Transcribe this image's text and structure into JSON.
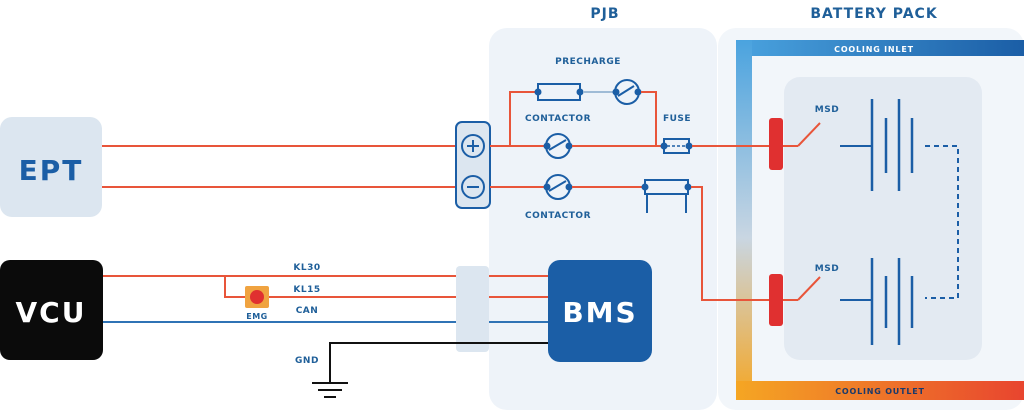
{
  "sections": {
    "pjb": "PJB",
    "battery_pack": "BATTERY PACK"
  },
  "blocks": {
    "ept": "EPT",
    "vcu": "VCU",
    "bms": "BMS"
  },
  "components": {
    "precharge": "PRECHARGE",
    "contactor_top": "CONTACTOR",
    "contactor_bottom": "CONTACTOR",
    "fuse": "FUSE",
    "msd_top": "MSD",
    "msd_bottom": "MSD",
    "emg": "EMG"
  },
  "wires": {
    "kl30": "KL30",
    "kl15": "KL15",
    "can": "CAN",
    "gnd": "GND"
  },
  "cooling": {
    "inlet": "COOLING INLET",
    "outlet": "COOLING OUTLET"
  },
  "colors": {
    "power_wire": "#e8553a",
    "can_wire": "#2f73b5",
    "dark_blue": "#1b5ea6",
    "label_blue": "#1f5f99",
    "block_light": "#dce6f0",
    "panel_light": "#eef3f9",
    "vcu_black": "#0b0b0b",
    "msd_red": "#e03030",
    "emg_orange": "#f0a340"
  }
}
